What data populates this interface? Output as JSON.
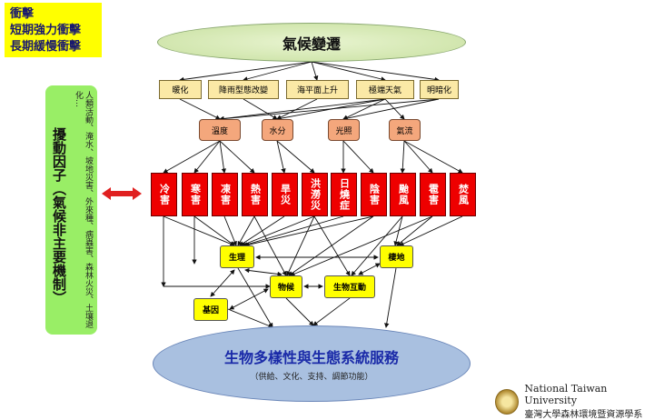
{
  "legend": {
    "lines": [
      "衝擊",
      "短期強力衝擊",
      "長期緩慢衝擊"
    ]
  },
  "top_ellipse": "氣候變遷",
  "drivers": [
    "暖化",
    "降雨型態改變",
    "海平面上升",
    "極端天氣",
    "明暗化"
  ],
  "factors": [
    "溫度",
    "水分",
    "光照",
    "氣流"
  ],
  "hazards": [
    "冷害",
    "寒害",
    "凍害",
    "熱害",
    "旱災",
    "洪澇災",
    "日燒症",
    "陰害",
    "颱風",
    "雹害",
    "焚風"
  ],
  "disturbance": {
    "title": "擾動因子（氣候非主要機制）",
    "examples": "人類活動、淹水、坡地災害、外來種、病蟲害、森林火災、土壤退化…"
  },
  "responses": {
    "physiology": "生理",
    "habitat": "棲地",
    "phenology": "物候",
    "interaction": "生物互動",
    "gene": "基因"
  },
  "bottom_ellipse": {
    "title": "生物多樣性與生態系統服務",
    "subtitle": "（供給、文化、支持、調節功能）"
  },
  "logo": {
    "en": "National Taiwan University",
    "zh": "臺灣大學森林環境暨資源學系"
  },
  "colors": {
    "hazard": "#ee0000",
    "driver": "#fbe9a6",
    "factor": "#f4a77c",
    "node": "#ffff00",
    "disturbance": "#99ee66",
    "legend": "#ffff00"
  }
}
